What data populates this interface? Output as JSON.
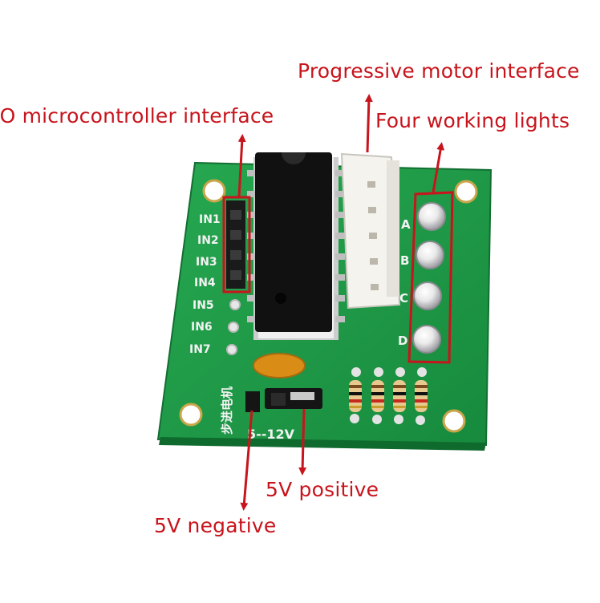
{
  "labels": {
    "motor_interface": "Progressive motor interface",
    "io_interface": "IO microcontroller interface",
    "working_lights": "Four working lights",
    "positive": "5V positive",
    "negative": "5V negative"
  },
  "board": {
    "inputs": [
      "IN1",
      "IN2",
      "IN3",
      "IN4",
      "IN5",
      "IN6",
      "IN7"
    ],
    "led_letters": [
      "A",
      "B",
      "C",
      "D"
    ],
    "voltage": "5--12V",
    "title_cn": "步进电机"
  },
  "colors": {
    "annotation": "#c8141c",
    "pcb": "#1f9d4a",
    "silkscreen": "#f2f2f2"
  }
}
